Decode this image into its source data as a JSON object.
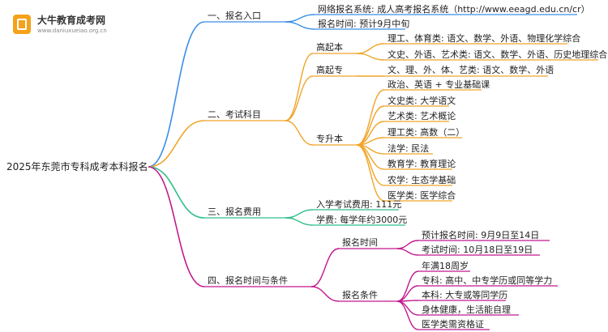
{
  "logo": {
    "name": "大牛教育成考网",
    "url": "www.daniuxueiao.org.cn"
  },
  "colors": {
    "blue": "#3a8ee6",
    "orange": "#f0a428",
    "green": "#2fbf8a",
    "magenta": "#c2188f"
  },
  "root": "2025年东莞市专科成考本科报名",
  "branches": [
    {
      "label": "一、报名入口",
      "children": [
        "网络报名系统: 成人高考报名系统（http://www.eeagd.edu.cn/cr）",
        "报名时间: 预计9月中旬"
      ]
    },
    {
      "label": "二、考试科目",
      "groups": [
        {
          "label": "高起本",
          "children": [
            "理工、体育类: 语文、数学、外语、物理化学综合",
            "文史、外语、艺术类: 语文、数学、外语、历史地理综合"
          ]
        },
        {
          "label": "高起专",
          "children": [
            "文、理、外、体、艺类: 语文、数学、外语"
          ]
        },
        {
          "label": "专升本",
          "children": [
            "政治、英语 + 专业基础课",
            "文史类: 大学语文",
            "艺术类: 艺术概论",
            "理工类: 高数（二）",
            "法学: 民法",
            "教育学: 教育理论",
            "农学: 生态学基础",
            "医学类: 医学综合"
          ]
        }
      ]
    },
    {
      "label": "三、报名费用",
      "children": [
        "入学考试费用: 111元",
        "学费: 每学年约3000元"
      ]
    },
    {
      "label": "四、报名时间与条件",
      "groups": [
        {
          "label": "报名时间",
          "children": [
            "预计报名时间: 9月9日至14日",
            "考试时间: 10月18日至19日"
          ]
        },
        {
          "label": "报名条件",
          "children": [
            "年满18周岁",
            "专科: 高中、中专学历或同等学力",
            "本科: 大专或等同学历",
            "身体健康，生活能自理",
            "医学类需资格证"
          ]
        }
      ]
    }
  ]
}
